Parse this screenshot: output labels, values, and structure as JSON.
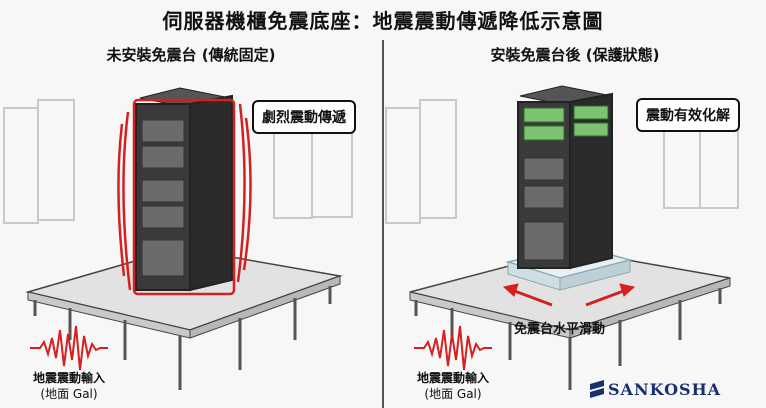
{
  "title": "伺服器機櫃免震底座：地震震動傳遞降低示意圖",
  "left": {
    "heading": "未安裝免震台 (傳統固定)",
    "bubble": "劇烈震動傳遞",
    "input_label": "地震震動輸入",
    "input_sub": "(地面 Gal)"
  },
  "right": {
    "heading": "安裝免震台後 (保護狀態)",
    "bubble": "震動有效化解",
    "slide_label": "免震台水平滑動",
    "input_label": "地震震動輸入",
    "input_sub": "(地面 Gal)"
  },
  "logo": "SANKOSHA",
  "colors": {
    "alert": "#d42020",
    "safe": "#7cc270",
    "logo": "#1a2f6e"
  }
}
